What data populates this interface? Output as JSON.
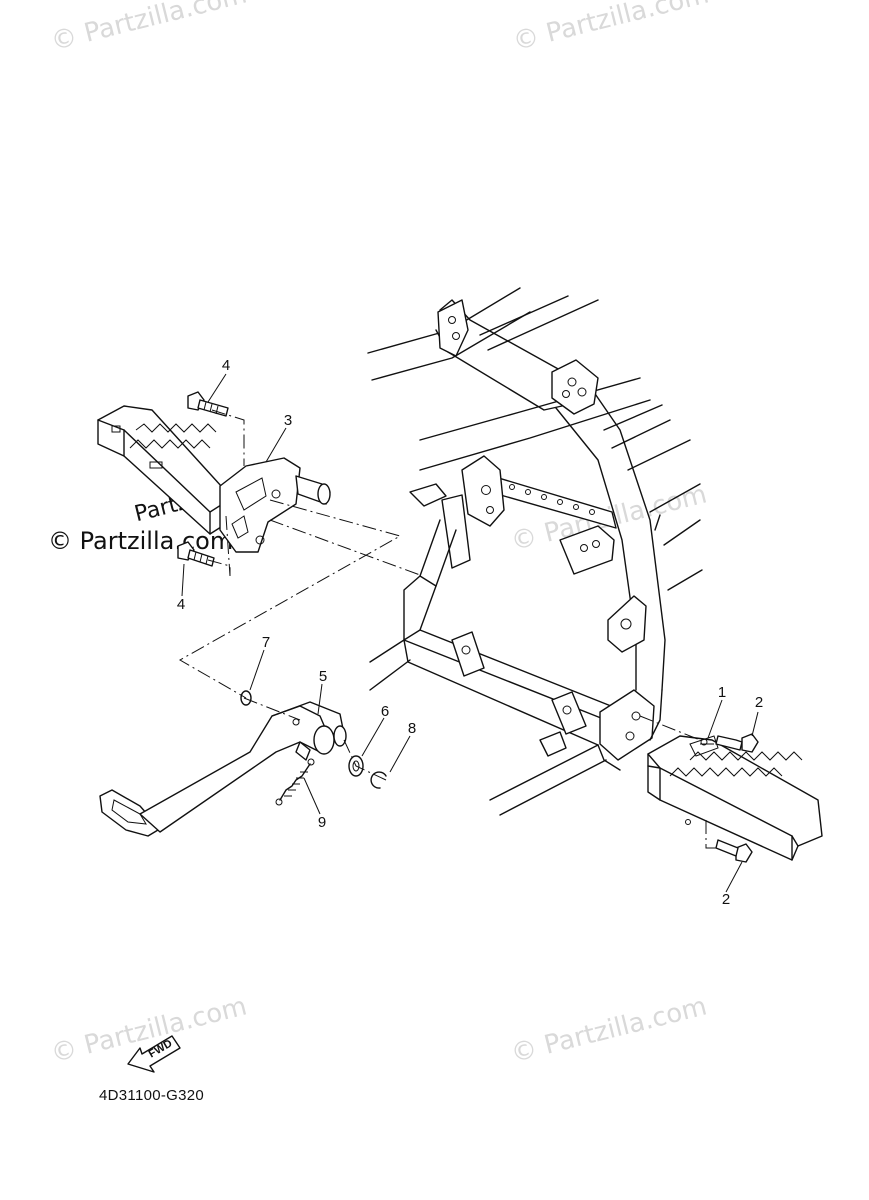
{
  "watermarks": {
    "text": "© Partzilla.com",
    "side_text": "© Partzilla.com",
    "pedal_text": "Partzilla.com"
  },
  "callouts": {
    "c1": "1",
    "c2a": "2",
    "c2b": "2",
    "c3": "3",
    "c4a": "4",
    "c4b": "4",
    "c5": "5",
    "c6": "6",
    "c7": "7",
    "c8": "8",
    "c9": "9"
  },
  "fwd_label": "FWD",
  "diagram_code": "4D31100-G320"
}
